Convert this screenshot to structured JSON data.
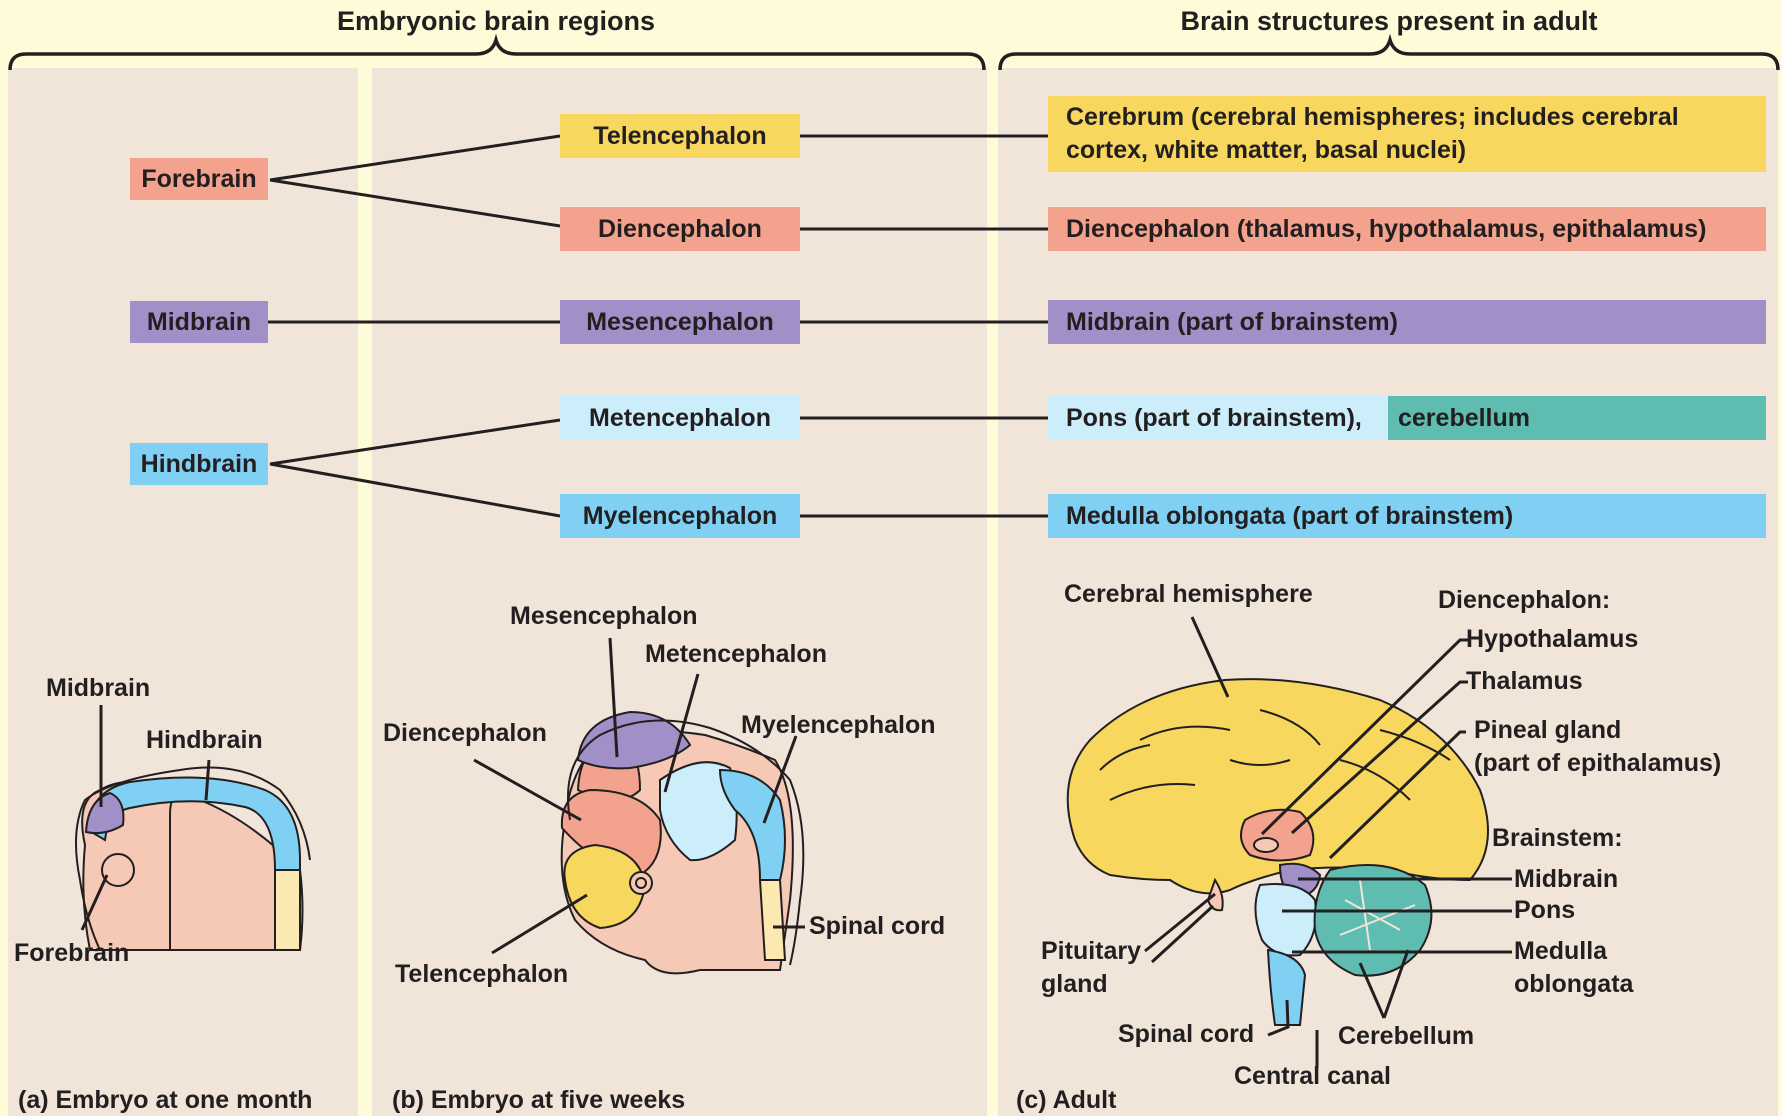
{
  "headers": {
    "embryonic": "Embryonic brain regions",
    "adult": "Brain structures present in adult"
  },
  "primary": {
    "forebrain": "Forebrain",
    "midbrain": "Midbrain",
    "hindbrain": "Hindbrain"
  },
  "secondary": {
    "telencephalon": "Telencephalon",
    "diencephalon": "Diencephalon",
    "mesencephalon": "Mesencephalon",
    "metencephalon": "Metencephalon",
    "myelencephalon": "Myelencephalon"
  },
  "adult_structures": {
    "cerebrum_line1": "Cerebrum (cerebral hemispheres; includes cerebral",
    "cerebrum_line2": "cortex, white matter, basal nuclei)",
    "diencephalon": "Diencephalon (thalamus, hypothalamus, epithalamus)",
    "midbrain": "Midbrain (part of brainstem)",
    "pons": "Pons (part of brainstem),",
    "cerebellum": "cerebellum",
    "medulla": "Medulla oblongata (part of brainstem)"
  },
  "panel_a": {
    "midbrain": "Midbrain",
    "hindbrain": "Hindbrain",
    "forebrain": "Forebrain",
    "caption": "(a) Embryo at one month"
  },
  "panel_b": {
    "mesencephalon": "Mesencephalon",
    "metencephalon": "Metencephalon",
    "diencephalon": "Diencephalon",
    "myelencephalon": "Myelencephalon",
    "telencephalon": "Telencephalon",
    "spinal_cord": "Spinal cord",
    "caption": "(b) Embryo at five weeks"
  },
  "panel_c": {
    "cerebral_hemisphere": "Cerebral hemisphere",
    "diencephalon": "Diencephalon:",
    "hypothalamus": "Hypothalamus",
    "thalamus": "Thalamus",
    "pineal_1": "Pineal gland",
    "pineal_2": "(part of epithalamus)",
    "brainstem": "Brainstem:",
    "midbrain": "Midbrain",
    "pons": "Pons",
    "medulla_1": "Medulla",
    "medulla_2": "oblongata",
    "pituitary_1": "Pituitary",
    "pituitary_2": "gland",
    "spinal_cord": "Spinal cord",
    "cerebellum": "Cerebellum",
    "central_canal": "Central canal",
    "caption": "(c) Adult"
  }
}
